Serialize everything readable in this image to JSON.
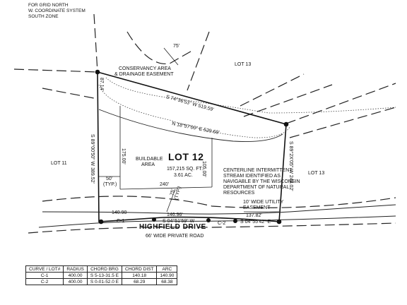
{
  "header": {
    "line1": "FOR GRID NORTH",
    "line2": "W. COORDINATE SYSTEM",
    "line3": "SOUTH ZONE"
  },
  "lots": {
    "lot13_top": "LOT 13",
    "lot11": "LOT 11",
    "lot13_right": "LOT 13",
    "lot12": {
      "title": "LOT 12",
      "area_sqft": "157,215 SQ. FT.",
      "area_ac": "3.61 AC."
    }
  },
  "labels": {
    "conservancy": [
      "CONSERVANCY AREA",
      "& DRAINAGE EASEMENT"
    ],
    "buildable": [
      "BUILDABLE",
      "AREA"
    ],
    "stream": [
      "CENTERLINE INTERMITTENT",
      "STREAM IDENTIFIED AS",
      "NAVIGABLE BY THE WISCONSIN",
      "DEPARTMENT OF NATURAL",
      "RESOURCES"
    ],
    "utility": [
      "10' WIDE UTILITY",
      "EASEMENT"
    ],
    "road_name": "HIGHFIELD DRIVE",
    "road_desc": "66' WIDE PRIVATE ROAD"
  },
  "dims": {
    "d75": "75'",
    "d87": "87.14'",
    "north_bearing": "S 74°36'53\" W 519.59'",
    "stream_bearing": "N 18°57'00\" E 529.69'",
    "west_bearing": "S 89°00'50\" W 389.52'",
    "east_bearing": "S 89°2X'05\" W 248.02'",
    "d175": "175.00'",
    "d105": "105.00'",
    "d50": "50'",
    "typ": "(TYP.)",
    "d240": "240'",
    "d75typ": "75'",
    "typ2": "(TYP.)",
    "d140_90": "140.90",
    "d146_96": "146.96'",
    "d137_82": "137.82'",
    "south_bearing1": "S 04°51'59\" W",
    "south_bearing2": "S 04°55'42\" E",
    "c1": "C-1",
    "c2": "C-2"
  },
  "curve_table": {
    "headers": [
      "CURVE / LOT#",
      "RADIUS",
      "CHORD BRG",
      "CHORD DIST",
      "ARC"
    ],
    "rows": [
      [
        "C-1",
        "400.00",
        "S  5-13-31.5  E",
        "140.18",
        "140.90"
      ],
      [
        "C-2",
        "400.00",
        "S  0-01-52.0  E",
        "68.29",
        "68.38"
      ]
    ]
  }
}
